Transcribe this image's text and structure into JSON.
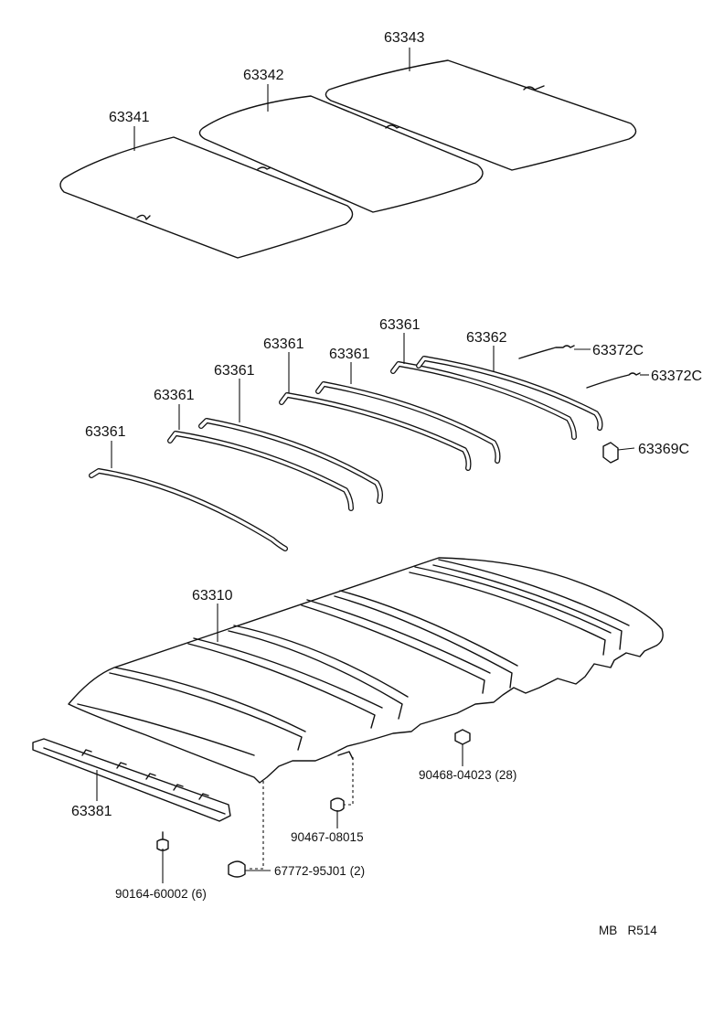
{
  "diagram": {
    "parts": {
      "sunshade_1": "63341",
      "sunshade_2": "63342",
      "sunshade_3": "63343",
      "bow_1": "63361",
      "bow_2": "63361",
      "bow_3": "63361",
      "bow_4": "63361",
      "bow_5": "63361",
      "bow_6": "63361",
      "bow_7": "63362",
      "wire_1": "63372C",
      "wire_2": "63372C",
      "clip": "63369C",
      "headlining": "63310",
      "front_rail": "63381",
      "clip_90468": "90468-04023 (28)",
      "clip_90467": "90467-08015",
      "fastener_67772": "67772-95J01 (2)",
      "screw_90164": "90164-60002 (6)"
    },
    "reference_code": "MB   R514"
  }
}
